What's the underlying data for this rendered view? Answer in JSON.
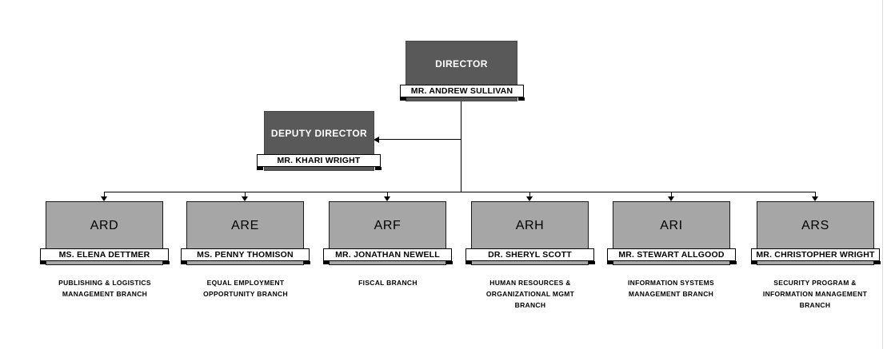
{
  "org": {
    "director": {
      "title": "DIRECTOR",
      "name": "MR. ANDREW SULLIVAN"
    },
    "deputy": {
      "title": "DEPUTY DIRECTOR",
      "name": "MR. KHARI WRIGHT"
    },
    "units": [
      {
        "code": "ARD",
        "name": "MS. ELENA DETTMER",
        "branch": "PUBLISHING & LOGISTICS\nMANAGEMENT BRANCH"
      },
      {
        "code": "ARE",
        "name": "MS. PENNY THOMISON",
        "branch": "EQUAL EMPLOYMENT\nOPPORTUNITY BRANCH"
      },
      {
        "code": "ARF",
        "name": "MR. JONATHAN NEWELL",
        "branch": "FISCAL BRANCH"
      },
      {
        "code": "ARH",
        "name": "DR. SHERYL SCOTT",
        "branch": "HUMAN RESOURCES &\nORGANIZATIONAL MGMT\nBRANCH"
      },
      {
        "code": "ARI",
        "name": "MR. STEWART ALLGOOD",
        "branch": "INFORMATION SYSTEMS\nMANAGEMENT BRANCH"
      },
      {
        "code": "ARS",
        "name": "MR. CHRISTOPHER WRIGHT",
        "branch": "SECURITY PROGRAM &\nINFORMATION MANAGEMENT\nBRANCH"
      }
    ],
    "colors": {
      "executive_box": "#595959",
      "unit_box": "#a6a6a6",
      "plate": "#ffffff",
      "line": "#000000"
    }
  }
}
